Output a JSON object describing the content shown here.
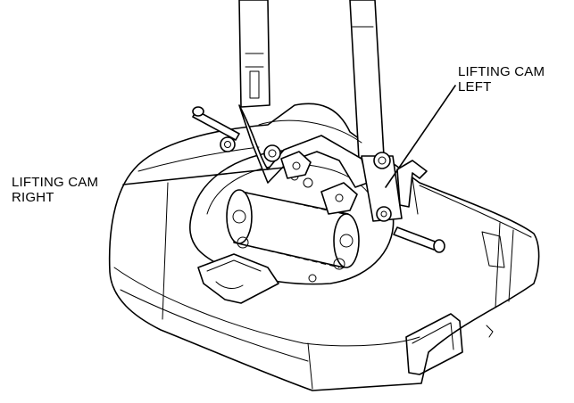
{
  "callouts": {
    "lifting_cam_left": {
      "line1": "LIFTING CAM",
      "line2": "LEFT"
    },
    "lifting_cam_right": {
      "line1": "LIFTING CAM",
      "line2": "RIGHT"
    }
  }
}
